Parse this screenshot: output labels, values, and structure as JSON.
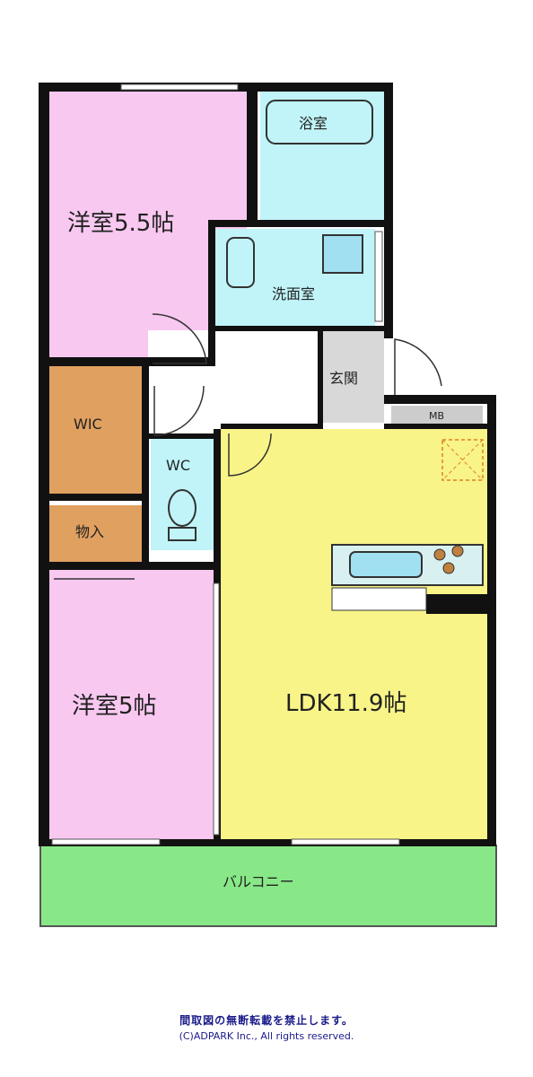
{
  "rooms": {
    "western_room_1": "洋室5.5帖",
    "bathroom": "浴室",
    "washroom": "洗面室",
    "entrance": "玄関",
    "walk_in_closet": "WIC",
    "toilet": "WC",
    "meter_box": "MB",
    "storage": "物入",
    "western_room_2": "洋室5帖",
    "ldk": "LDK11.9帖",
    "balcony": "バルコニー"
  },
  "colors": {
    "western_room": "#f8c8f0",
    "bath_wash": "#c0f4f8",
    "closet": "#e0a060",
    "entrance": "#d8d8d8",
    "ldk": "#f8f488",
    "balcony": "#88e888",
    "wall": "#111111"
  },
  "footer": {
    "notice": "間取図の無断転載を禁止します。",
    "copyright": "(C)ADPARK Inc., All rights reserved."
  }
}
